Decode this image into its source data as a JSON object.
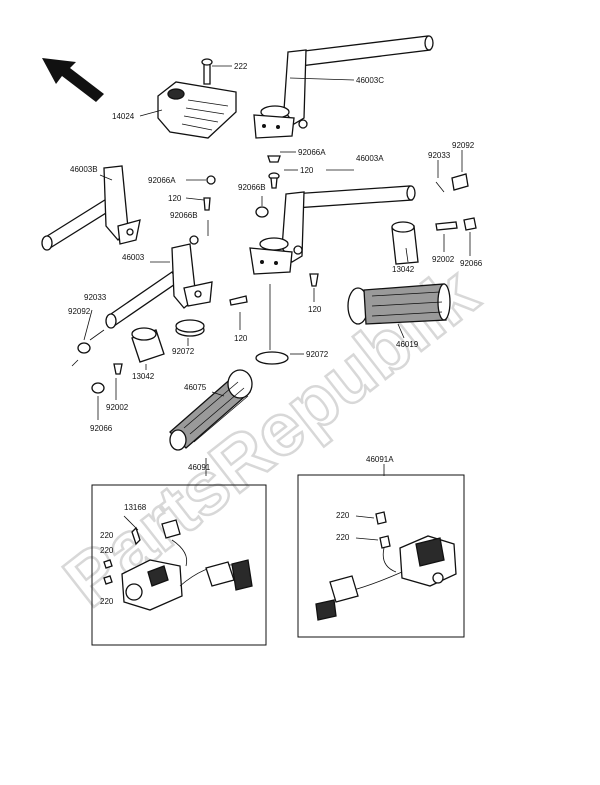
{
  "watermark": "PartsRepublik",
  "direction_arrow": "front-arrow-icon",
  "labels": {
    "l222": "222",
    "l46003C": "46003C",
    "l14024": "14024",
    "l46003B": "46003B",
    "l92066A_left": "92066A",
    "l120_left_top": "120",
    "l92066B_left": "92066B",
    "l46003": "46003",
    "l92033_left": "92033",
    "l92092_left": "92092",
    "l120_left_bottom": "120",
    "l92072_left": "92072",
    "l13042_left": "13042",
    "l92002_left": "92002",
    "l92066_left": "92066",
    "l46075": "46075",
    "l46091": "46091",
    "l92066A_right": "92066A",
    "l120_right_top": "120",
    "l92066B_right": "92066B",
    "l46003A": "46003A",
    "l92033_right": "92033",
    "l92092_right": "92092",
    "l13042_right": "13042",
    "l92002_right": "92002",
    "l92066_right": "92066",
    "l120_right_bottom": "120",
    "l92072_right": "92072",
    "l46019": "46019",
    "l46091A": "46091A",
    "l13168": "13168",
    "l220_a": "220",
    "l220_b": "220",
    "l220_c": "220",
    "l220_d": "220",
    "l220_e": "220"
  }
}
